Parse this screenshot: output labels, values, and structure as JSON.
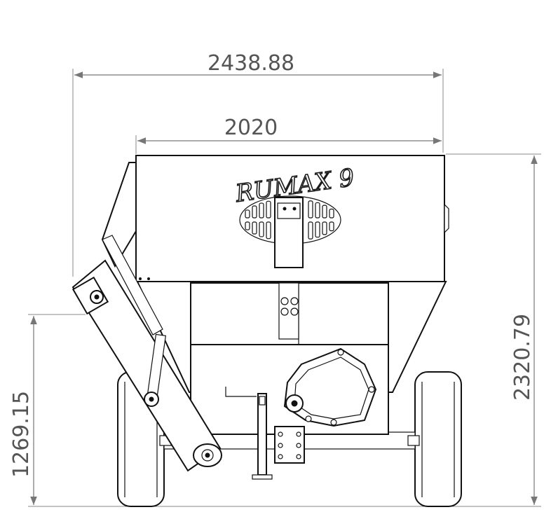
{
  "drawing": {
    "logo_text": "RUMAX 9",
    "dimensions": {
      "overall_width": "2438.88",
      "body_width": "2020",
      "overall_height": "2320.79",
      "auger_height": "1269.15"
    }
  }
}
